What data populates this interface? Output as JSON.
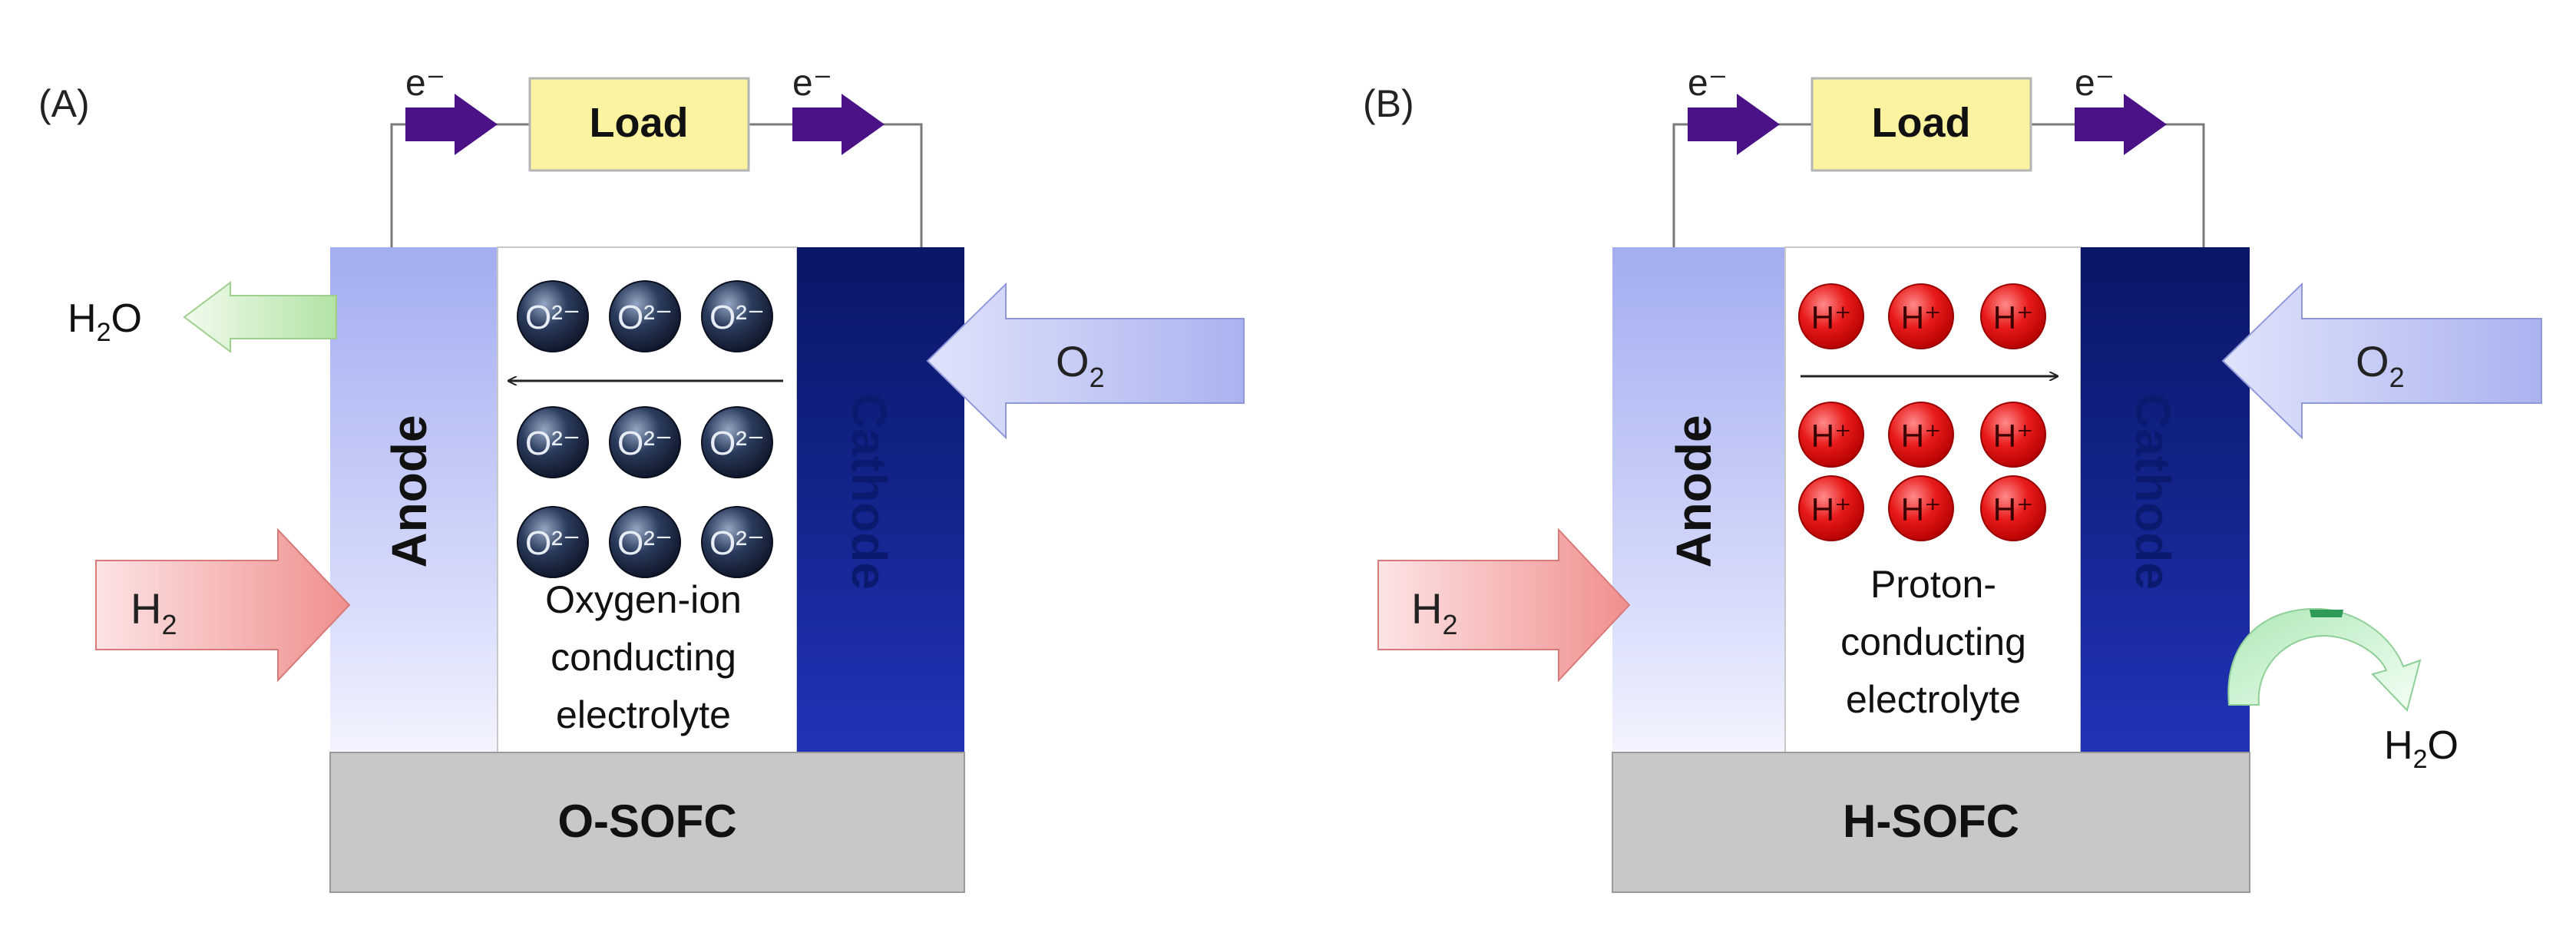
{
  "panel_a": {
    "tag": "(A)",
    "electron_left": "e⁻",
    "electron_right": "e⁻",
    "load": "Load",
    "anode": "Anode",
    "cathode": "Cathode",
    "base": "O-SOFC",
    "water": {
      "main": "H",
      "sub": "2",
      "tail": "O"
    },
    "hydrogen": {
      "main": "H",
      "sub": "2"
    },
    "oxygen": {
      "main": "O",
      "sub": "2"
    },
    "ion_label": "O²⁻",
    "electrolyte": [
      "Oxygen-ion",
      "conducting",
      "electrolyte"
    ]
  },
  "panel_b": {
    "tag": "(B)",
    "electron_left": "e⁻",
    "electron_right": "e⁻",
    "load": "Load",
    "anode": "Anode",
    "cathode": "Cathode",
    "base": "H-SOFC",
    "water": {
      "main": "H",
      "sub": "2",
      "tail": "O"
    },
    "hydrogen": {
      "main": "H",
      "sub": "2"
    },
    "oxygen": {
      "main": "O",
      "sub": "2"
    },
    "ion_label": "H⁺",
    "electrolyte": [
      "Proton-",
      "conducting",
      "electrolyte"
    ]
  },
  "colors": {
    "anode": "#a9b3f2",
    "cathode": "#0c1a78",
    "base": "#c8c8c8",
    "load": "#fbf3a0",
    "electron_arrow": "#4b1187",
    "oxygen_ion": "#1d2a48",
    "proton": "#e01414",
    "h2_arrow": "#f5a8a8",
    "o2_arrow": "#c5ccf5",
    "water_arrow": "#c8ecc0"
  }
}
